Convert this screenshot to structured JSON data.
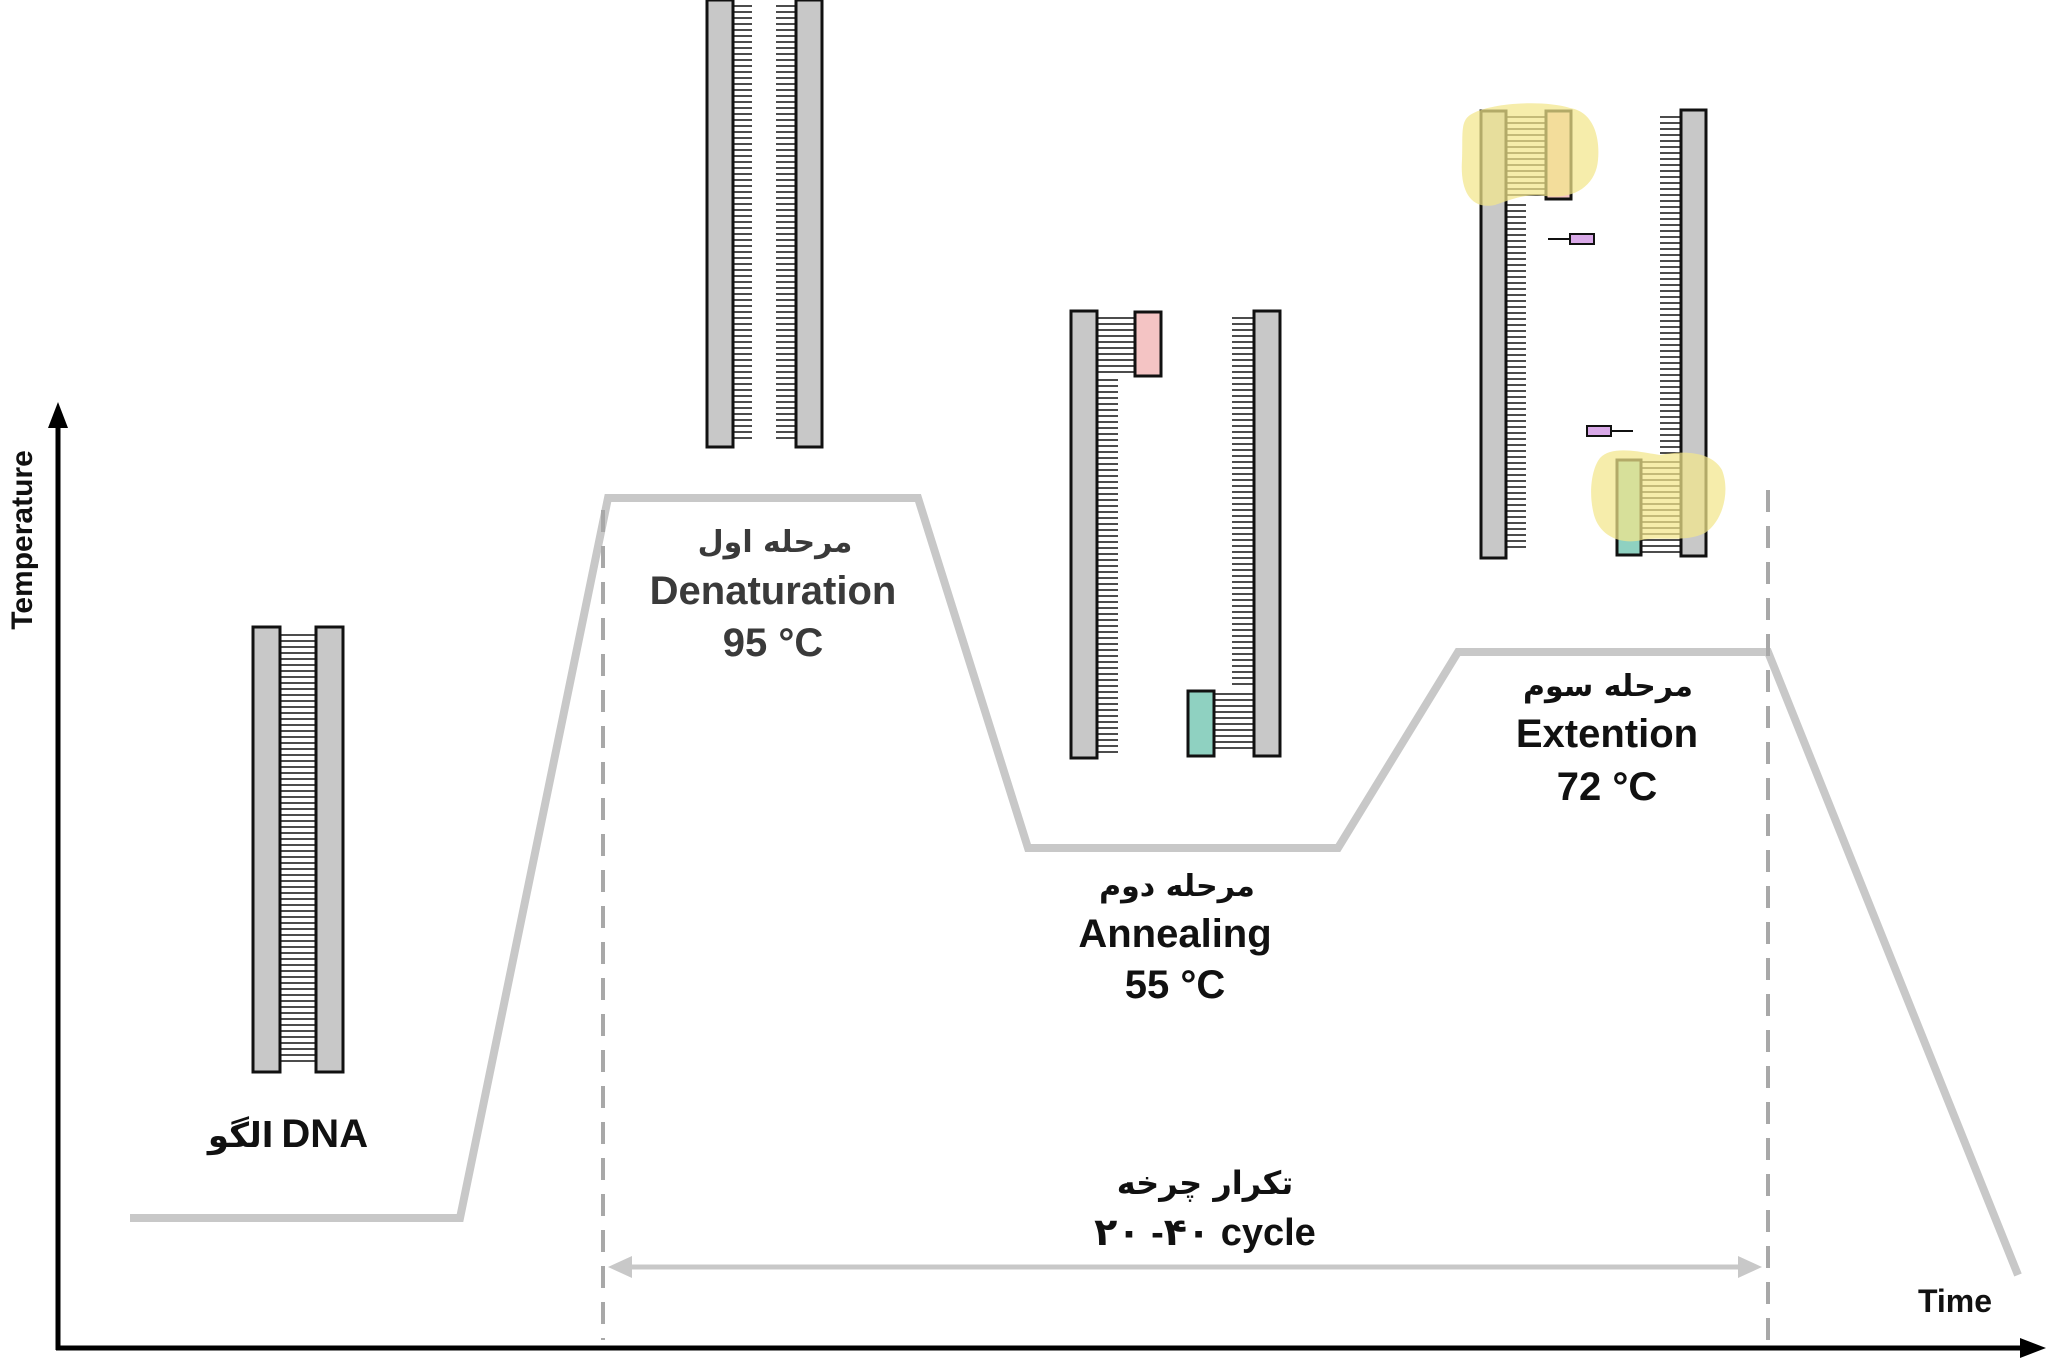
{
  "axes": {
    "y_label": "Temperature",
    "x_label": "Time"
  },
  "template": {
    "label_prefix": "DNA",
    "label_fa": "الگو"
  },
  "stages": [
    {
      "fa": "مرحله اول",
      "name": "Denaturation",
      "temp": "95 °C"
    },
    {
      "fa": "مرحله دوم",
      "name": "Annealing",
      "temp": "55 °C"
    },
    {
      "fa": "مرحله سوم",
      "name": "Extention",
      "temp": "72 °C"
    }
  ],
  "cycle": {
    "fa": "تکرار چرخه",
    "range": "۲۰ -۴۰ cycle"
  },
  "colors": {
    "profile_line": "#c8c8c8",
    "strand_fill": "#c8c8c8",
    "primer_forward": "#f4c4c4",
    "primer_reverse": "#8fd1c1",
    "polymerase_highlight": "#f2e68a",
    "nucleotide": "#d9a9e8"
  }
}
